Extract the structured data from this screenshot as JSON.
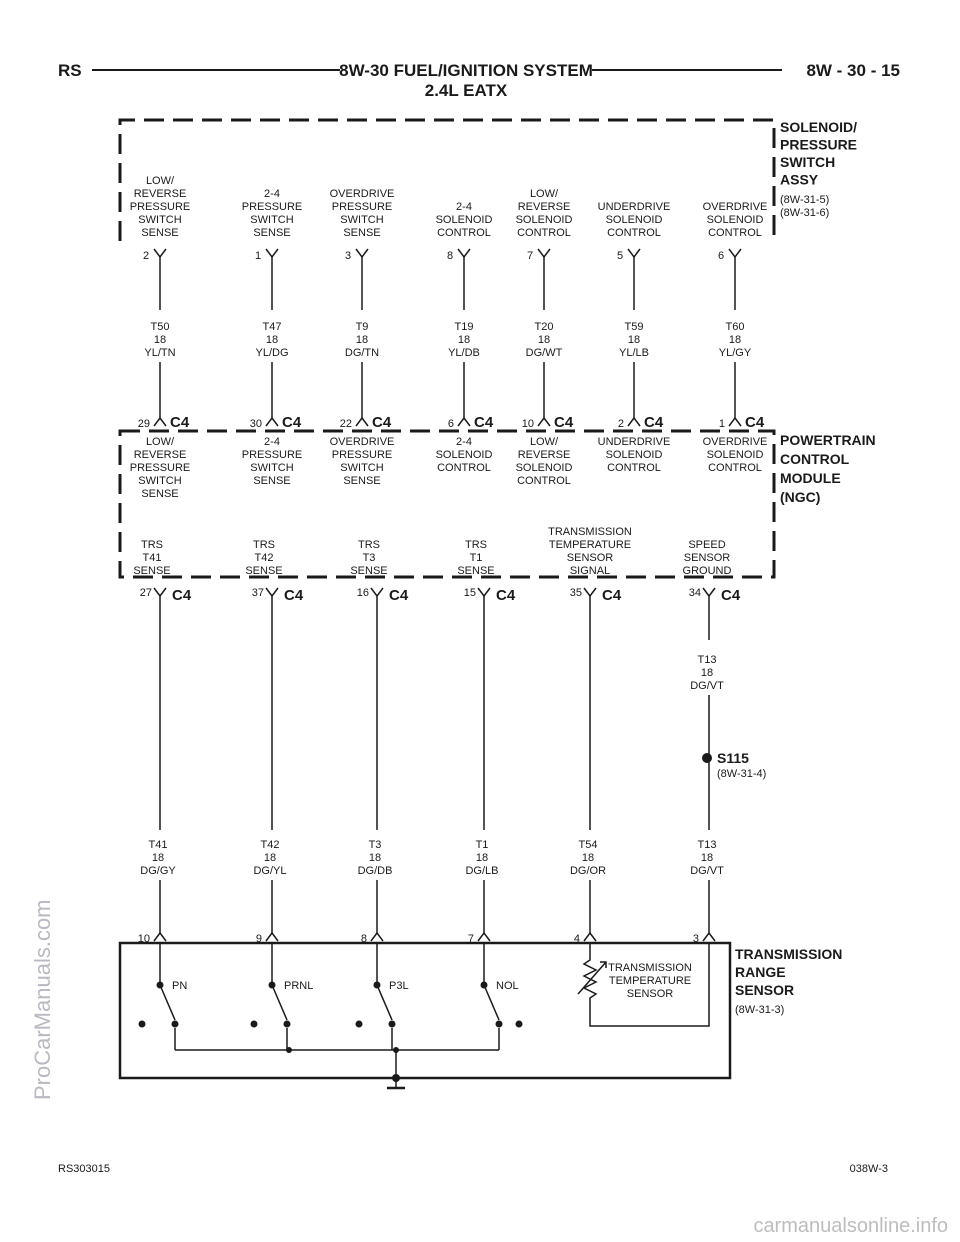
{
  "header": {
    "left": "RS",
    "title": "8W-30 FUEL/IGNITION SYSTEM",
    "subtitle": "2.4L EATX",
    "page": "8W - 30 - 15"
  },
  "footer": {
    "left": "RS303015",
    "right": "038W-3"
  },
  "watermark": {
    "vertical": "ProCarManuals.com",
    "bottom": "carmanualsonline.info"
  },
  "components": {
    "solenoid_assy": {
      "lines": [
        "SOLENOID/",
        "PRESSURE",
        "SWITCH",
        "ASSY"
      ],
      "refs": [
        "(8W-31-5)",
        "(8W-31-6)"
      ]
    },
    "pcm": {
      "lines": [
        "POWERTRAIN",
        "CONTROL",
        "MODULE",
        "(NGC)"
      ]
    },
    "trs": {
      "lines": [
        "TRANSMISSION",
        "RANGE",
        "SENSOR"
      ],
      "refs": [
        "(8W-31-3)"
      ]
    }
  },
  "connector_name": "C4",
  "top_circuits": [
    {
      "sol_label": [
        "LOW/",
        "REVERSE",
        "PRESSURE",
        "SWITCH",
        "SENSE"
      ],
      "sol_pin": "2",
      "wire": [
        "T50",
        "18",
        "YL/TN"
      ],
      "pcm_pin": "29",
      "pcm_label": [
        "LOW/",
        "REVERSE",
        "PRESSURE",
        "SWITCH",
        "SENSE"
      ]
    },
    {
      "sol_label": [
        "2-4",
        "PRESSURE",
        "SWITCH",
        "SENSE"
      ],
      "sol_pin": "1",
      "wire": [
        "T47",
        "18",
        "YL/DG"
      ],
      "pcm_pin": "30",
      "pcm_label": [
        "2-4",
        "PRESSURE",
        "SWITCH",
        "SENSE"
      ]
    },
    {
      "sol_label": [
        "OVERDRIVE",
        "PRESSURE",
        "SWITCH",
        "SENSE"
      ],
      "sol_pin": "3",
      "wire": [
        "T9",
        "18",
        "DG/TN"
      ],
      "pcm_pin": "22",
      "pcm_label": [
        "OVERDRIVE",
        "PRESSURE",
        "SWITCH",
        "SENSE"
      ]
    },
    {
      "sol_label": [
        "2-4",
        "SOLENOID",
        "CONTROL"
      ],
      "sol_pin": "8",
      "wire": [
        "T19",
        "18",
        "YL/DB"
      ],
      "pcm_pin": "6",
      "pcm_label": [
        "2-4",
        "SOLENOID",
        "CONTROL"
      ]
    },
    {
      "sol_label": [
        "LOW/",
        "REVERSE",
        "SOLENOID",
        "CONTROL"
      ],
      "sol_pin": "7",
      "wire": [
        "T20",
        "18",
        "DG/WT"
      ],
      "pcm_pin": "10",
      "pcm_label": [
        "LOW/",
        "REVERSE",
        "SOLENOID",
        "CONTROL"
      ]
    },
    {
      "sol_label": [
        "UNDERDRIVE",
        "SOLENOID",
        "CONTROL"
      ],
      "sol_pin": "5",
      "wire": [
        "T59",
        "18",
        "YL/LB"
      ],
      "pcm_pin": "2",
      "pcm_label": [
        "UNDERDRIVE",
        "SOLENOID",
        "CONTROL"
      ]
    },
    {
      "sol_label": [
        "OVERDRIVE",
        "SOLENOID",
        "CONTROL"
      ],
      "sol_pin": "6",
      "wire": [
        "T60",
        "18",
        "YL/GY"
      ],
      "pcm_pin": "1",
      "pcm_label": [
        "OVERDRIVE",
        "SOLENOID",
        "CONTROL"
      ]
    }
  ],
  "bottom_circuits": [
    {
      "pcm_label": [
        "TRS",
        "T41",
        "SENSE"
      ],
      "pcm_pin": "27",
      "wire": [
        "T41",
        "18",
        "DG/GY"
      ],
      "trs_pin": "10",
      "switch": "PN"
    },
    {
      "pcm_label": [
        "TRS",
        "T42",
        "SENSE"
      ],
      "pcm_pin": "37",
      "wire": [
        "T42",
        "18",
        "DG/YL"
      ],
      "trs_pin": "9",
      "switch": "PRNL"
    },
    {
      "pcm_label": [
        "TRS",
        "T3",
        "SENSE"
      ],
      "pcm_pin": "16",
      "wire": [
        "T3",
        "18",
        "DG/DB"
      ],
      "trs_pin": "8",
      "switch": "P3L"
    },
    {
      "pcm_label": [
        "TRS",
        "T1",
        "SENSE"
      ],
      "pcm_pin": "15",
      "wire": [
        "T1",
        "18",
        "DG/LB"
      ],
      "trs_pin": "7",
      "switch": "NOL"
    },
    {
      "pcm_label": [
        "TRANSMISSION",
        "TEMPERATURE",
        "SENSOR",
        "SIGNAL"
      ],
      "pcm_pin": "35",
      "wire": [
        "T54",
        "18",
        "DG/OR"
      ],
      "trs_pin": "4",
      "switch": ""
    },
    {
      "pcm_label": [
        "SPEED",
        "SENSOR",
        "GROUND"
      ],
      "pcm_pin": "34",
      "wire": [
        "T13",
        "18",
        "DG/VT"
      ],
      "trs_pin": "3",
      "switch": ""
    }
  ],
  "speed_ground": {
    "upper_wire": [
      "T13",
      "18",
      "DG/VT"
    ],
    "splice": "S115",
    "splice_ref": "(8W-31-4)"
  },
  "temp_sensor_lines": [
    "TRANSMISSION",
    "TEMPERATURE",
    "SENSOR"
  ]
}
